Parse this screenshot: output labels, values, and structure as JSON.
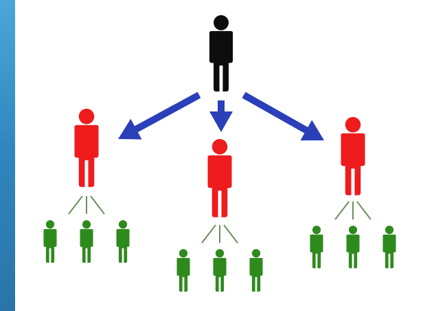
{
  "colors": {
    "side_bar": "#3d97cc",
    "leader": "#0d0d0d",
    "manager": "#ee1c1c",
    "member": "#2f8a1e",
    "arrow": "#2a3fb8",
    "connector": "#6b8f5a"
  },
  "icons": {
    "leader": "person-icon",
    "manager": "person-icon",
    "member": "person-icon",
    "arrow": "arrow-icon"
  },
  "hierarchy": {
    "root": "leader",
    "children": [
      {
        "role": "manager",
        "members": 3
      },
      {
        "role": "manager",
        "members": 3
      },
      {
        "role": "manager",
        "members": 3
      }
    ]
  }
}
